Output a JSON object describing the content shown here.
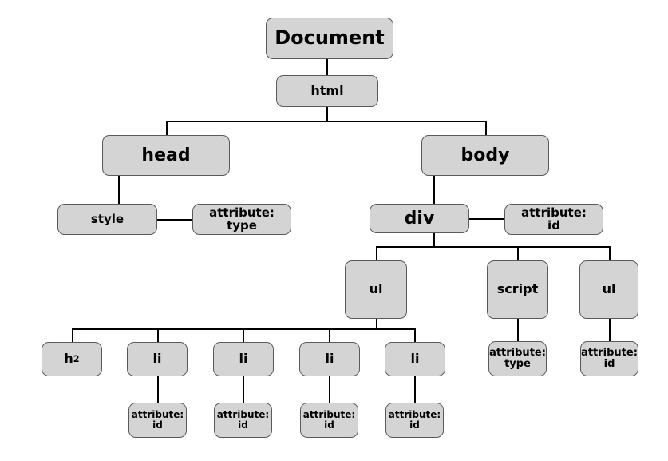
{
  "nodes": {
    "document": "Document",
    "html": "html",
    "head": "head",
    "body": "body",
    "style": "style",
    "style_attr": "attribute:\ntype",
    "div": "div",
    "div_attr": "attribute:\nid",
    "ul1": "ul",
    "script": "script",
    "script_attr": "attribute:\ntype",
    "ul2": "ul",
    "ul2_attr": "attribute:\nid",
    "h2_main": "h",
    "h2_sub": "2",
    "li1": "li",
    "li1_attr": "attribute:\nid",
    "li2": "li",
    "li2_attr": "attribute:\nid",
    "li3": "li",
    "li3_attr": "attribute:\nid",
    "li4": "li",
    "li4_attr": "attribute:\nid"
  }
}
